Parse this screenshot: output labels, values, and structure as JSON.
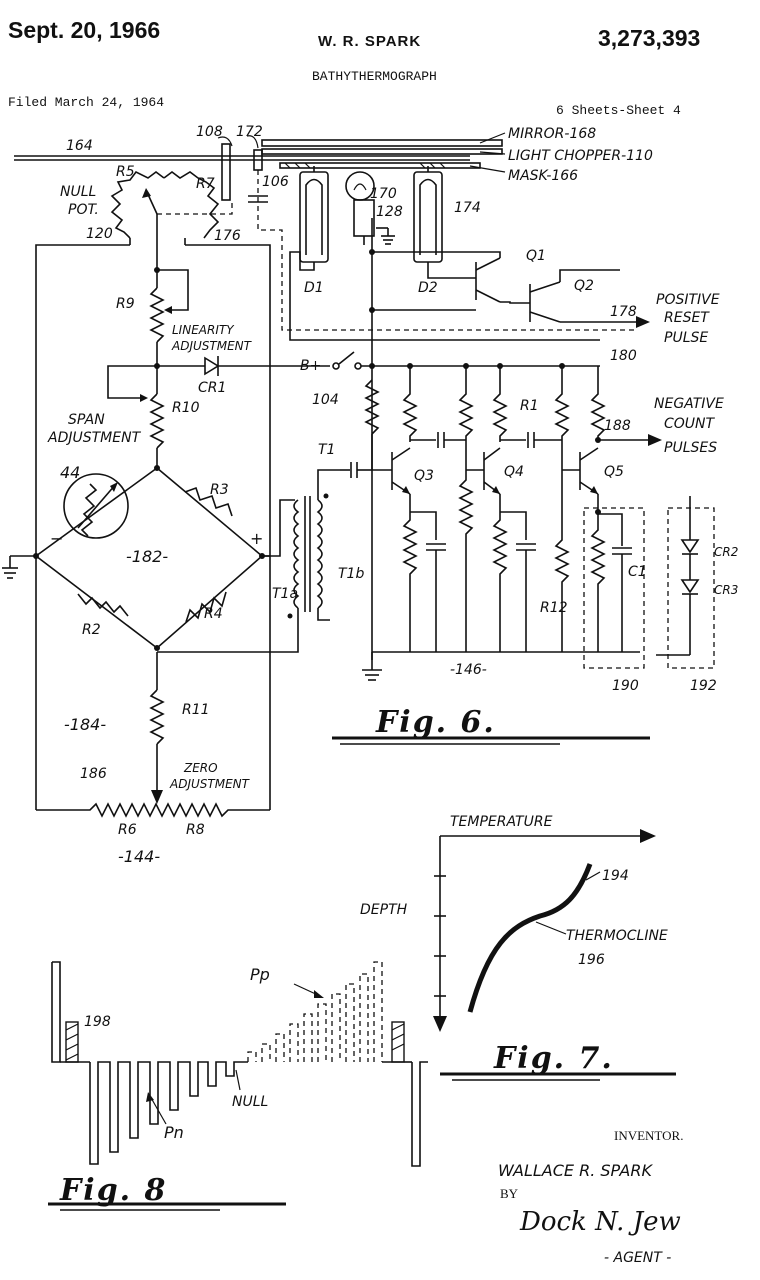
{
  "header": {
    "date": "Sept. 20, 1966",
    "inventor_name": "W. R. SPARK",
    "patent_number": "3,273,393",
    "title": "BATHYTHERMOGRAPH",
    "filed": "Filed March 24, 1964",
    "sheets": "6 Sheets-Sheet 4"
  },
  "fig6": {
    "caption": "Fig. 6.",
    "ref_164": "164",
    "ref_108": "108",
    "ref_172": "172",
    "ref_106": "106",
    "mirror": "MIRROR-168",
    "chopper": "LIGHT CHOPPER-110",
    "mask": "MASK-166",
    "ref_170": "170",
    "ref_128": "128",
    "ref_174": "174",
    "r5": "R5",
    "r7": "R7",
    "null_pot_1": "NULL",
    "null_pot_2": "POT.",
    "ref_120": "120",
    "ref_176": "176",
    "d1": "D1",
    "d2": "D2",
    "q1": "Q1",
    "q2": "Q2",
    "ref_178": "178",
    "positive_1": "POSITIVE",
    "positive_2": "RESET",
    "positive_3": "PULSE",
    "ref_180": "180",
    "r9": "R9",
    "linearity_1": "LINEARITY",
    "linearity_2": "ADJUSTMENT",
    "cr1": "CR1",
    "bplus": "B+",
    "ref_104": "104",
    "span_1": "SPAN",
    "span_2": "ADJUSTMENT",
    "r10": "R10",
    "r1": "R1",
    "ref_188": "188",
    "negative_1": "NEGATIVE",
    "negative_2": "COUNT",
    "negative_3": "PULSES",
    "ref_44": "44",
    "r3": "R3",
    "t1": "T1",
    "q3": "Q3",
    "q4": "Q4",
    "q5": "Q5",
    "minus": "−",
    "plus": "+",
    "ref_182": "-182-",
    "c1": "C1",
    "cr2": "CR2",
    "cr3": "CR3",
    "t1a": "T1a",
    "t1b": "T1b",
    "r2": "R2",
    "r4": "R4",
    "r12": "R12",
    "ref_146": "-146-",
    "ref_190": "190",
    "ref_192": "192",
    "ref_184": "-184-",
    "r11": "R11",
    "ref_186": "186",
    "zero_1": "ZERO",
    "zero_2": "ADJUSTMENT",
    "r6": "R6",
    "r8": "R8",
    "ref_144": "-144-"
  },
  "fig7": {
    "caption": "Fig. 7.",
    "temperature": "TEMPERATURE",
    "depth": "DEPTH",
    "ref_194": "194",
    "thermocline": "THERMOCLINE",
    "ref_196": "196"
  },
  "fig8": {
    "caption": "Fig. 8",
    "ref_198": "198",
    "pp": "Pp",
    "pn": "Pn",
    "null": "NULL"
  },
  "signature": {
    "inventor_label": "INVENTOR.",
    "inventor": "WALLACE R. SPARK",
    "by": "BY",
    "agent_name": "Dock N. Jew",
    "agent": "- AGENT -"
  }
}
